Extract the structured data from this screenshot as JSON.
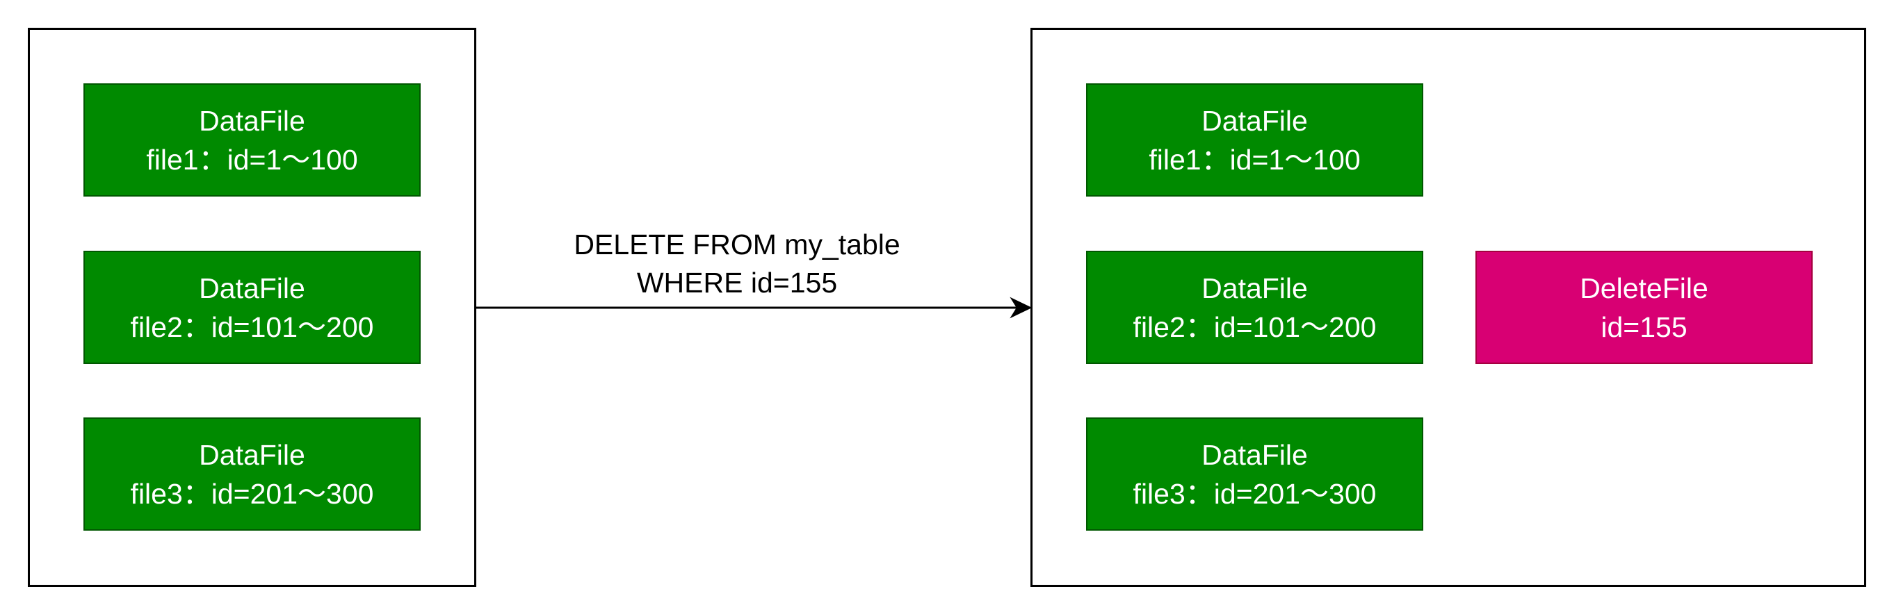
{
  "before_panel": {
    "files": [
      {
        "line1": "DataFile",
        "line2": "file1：id=1～100"
      },
      {
        "line1": "DataFile",
        "line2": "file2：id=101～200"
      },
      {
        "line1": "DataFile",
        "line2": "file3：id=201～300"
      }
    ]
  },
  "after_panel": {
    "files": [
      {
        "line1": "DataFile",
        "line2": "file1：id=1～100"
      },
      {
        "line1": "DataFile",
        "line2": "file2：id=101～200"
      },
      {
        "line1": "DataFile",
        "line2": "file3：id=201～300"
      }
    ],
    "delete_file": {
      "line1": "DeleteFile",
      "line2": "id=155"
    }
  },
  "edge": {
    "line1": "DELETE FROM my_table",
    "line2": "WHERE id=155"
  },
  "colors": {
    "data_file_fill": "#008a00",
    "data_file_stroke": "#005700",
    "delete_file_fill": "#d80073",
    "delete_file_stroke": "#a50040",
    "text_on_fill": "#ffffff",
    "line": "#000000"
  }
}
